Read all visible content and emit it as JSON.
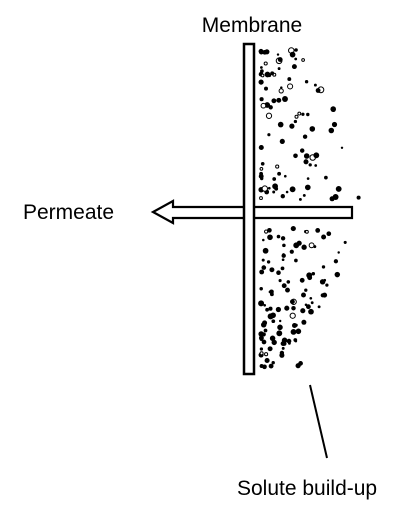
{
  "labels": {
    "membrane": "Membrane",
    "permeate": "Permeate",
    "solute": "Solute build-up"
  },
  "colors": {
    "ink": "#000000",
    "background": "#ffffff"
  }
}
